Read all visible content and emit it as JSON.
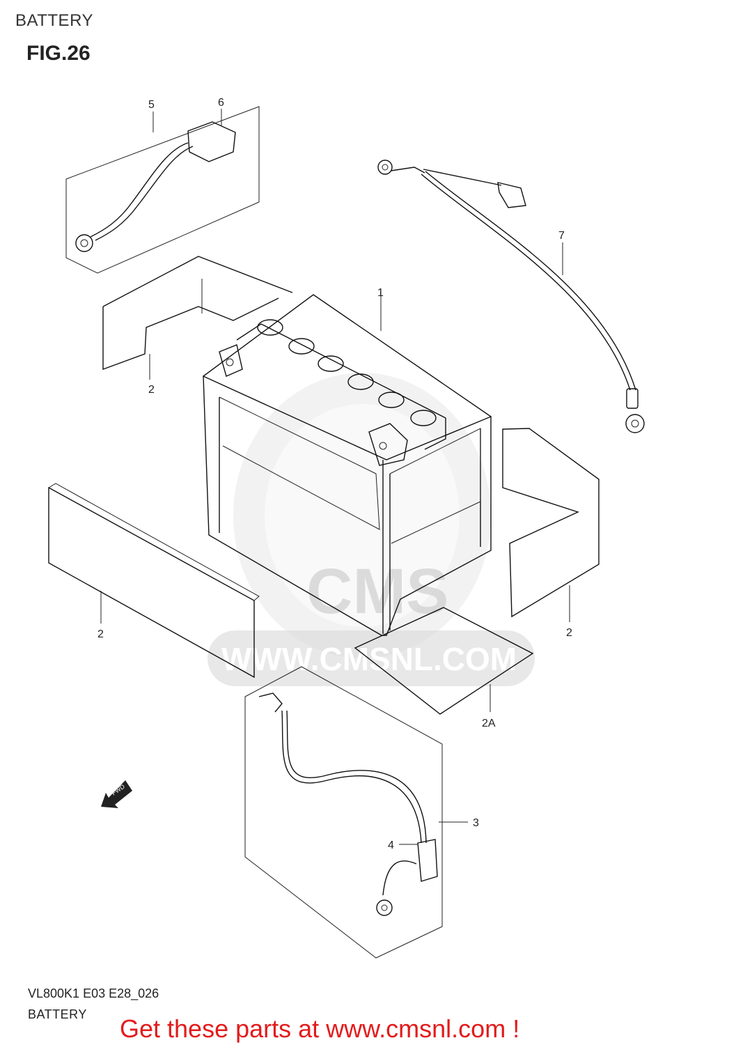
{
  "header": {
    "section_title": "BATTERY",
    "figure_label": "FIG.26"
  },
  "callouts": [
    "1",
    "2",
    "2",
    "2",
    "2A",
    "3",
    "4",
    "5",
    "6",
    "7"
  ],
  "fwd_label": "FWD",
  "watermark": {
    "brand": "CMS",
    "url": "WWW.CMSNL.COM"
  },
  "footer": {
    "model_code": "VL800K1 E03 E28_026",
    "section_name": "BATTERY",
    "promo": "Get these parts at www.cmsnl.com !"
  },
  "colors": {
    "promo": "#e31b1b",
    "watermark": "#d9d9d9",
    "line": "#111111"
  }
}
